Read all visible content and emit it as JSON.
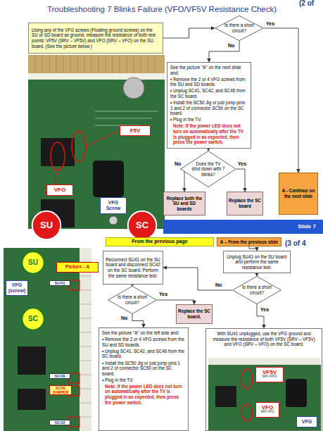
{
  "diagram": {
    "title": "Troubleshooting 7 Blinks Failure (VFO/VF5V Resistance Check)",
    "nodes": [
      {
        "text": [
          "Using any of the VFG screws (Floating ground screws) on the SU or SD board as ground, measure the resistance of both test points: VF5V (SRV – VF5V) and VFO (SRV – VFO) on the SU board. (See the picture below.)"
        ]
      },
      {
        "text": [
          "F5V"
        ]
      },
      {
        "text": [
          "VFO"
        ]
      },
      {
        "text": [
          "VFG Screw"
        ]
      },
      {
        "text": [
          "SU"
        ]
      },
      {
        "text": [
          "SC"
        ]
      },
      {
        "text": [
          "Is there a short circuit?"
        ]
      },
      {
        "text": [
          "See the picture \"A\" on the next slide and:",
          "• Remove the 2 or 4 VFG screws from the SU and SD boards.",
          "• Unplug SC41, SC42, and SC46 from the SC board.",
          "• Install the SC50 Jig or just jump pins 1 and 2 of connector SC50 on the SC board.",
          "• Plug in the TV.",
          "Note: If the power LED does not turn on automatically after the TV is plugged in as expected, then press the power switch."
        ]
      },
      {
        "text": [
          "Does the TV shut down with 7 blinks?"
        ]
      },
      {
        "text": [
          "Replace both the SU and SD boards"
        ]
      },
      {
        "text": [
          "Replace the SC board"
        ]
      },
      {
        "text": [
          "A - Continue on the next slide"
        ]
      },
      {
        "text": [
          "Slide 7"
        ]
      },
      {
        "text": [
          "From the previous page"
        ]
      },
      {
        "text": [
          "A – From the previous slide"
        ]
      },
      {
        "text": [
          "SU"
        ]
      },
      {
        "text": [
          "Picture - A"
        ]
      },
      {
        "text": [
          "VFG (screw)"
        ]
      },
      {
        "text": [
          "SC"
        ]
      },
      {
        "text": [
          "Reconnect SU41 on the SU board and disconnect SC42 on the SC board. Perform the same resistance test."
        ]
      },
      {
        "text": [
          "Unplug SU41 on the SU board and perform the same resistance test."
        ]
      },
      {
        "text": [
          "Is there a short circuit?"
        ]
      },
      {
        "text": [
          "Is there a short circuit?"
        ]
      },
      {
        "text": [
          "Replace the SC board."
        ]
      },
      {
        "text": [
          "See the picture \"A\" on the left side and:",
          "• Remove the 2 or 4 VFG screws from the SU and SD boards.",
          "• Unplug SC41, SC42, and SC46 from the SC board.",
          "• Install the SC50 Jig or just jump pins 1 and 2 of connector SC50 on the SC board.",
          "• Plug in the TV.",
          "Note: If the power LED does not turn on automatically after the TV is plugged in as expected, then press the power switch."
        ]
      },
      {
        "text": [
          "With SU41 unplugged, use the VFG ground and measure the resistance of both VF5V (SRV – VF5V) and VFO (SRV – VFO) on the SC board."
        ]
      },
      {
        "text": [
          "VF5V",
          "SRV VF5V"
        ],
        "in": 25
      },
      {
        "text": [
          "VFO",
          "SRV VFO"
        ],
        "in": 25
      },
      {
        "text": [
          "VFG"
        ],
        "in": 25
      }
    ],
    "edges": [
      {
        "from": 0,
        "to": 6,
        "arrow": "to"
      },
      {
        "from": 6,
        "to": 7,
        "label": "No",
        "arrow": "to"
      },
      {
        "from": 6,
        "to": 11,
        "label": "Yes",
        "arrow": "to"
      },
      {
        "from": 7,
        "to": 8,
        "arrow": "to"
      },
      {
        "from": 8,
        "to": 9,
        "label": "No",
        "arrow": "to"
      },
      {
        "from": 8,
        "to": 10,
        "label": "Yes",
        "arrow": "to"
      },
      {
        "from": 14,
        "to": 20,
        "arrow": "to"
      },
      {
        "from": 20,
        "to": 21,
        "arrow": "to"
      },
      {
        "from": 21,
        "to": 19,
        "label": "No",
        "arrow": "to"
      },
      {
        "from": 21,
        "to": 25,
        "label": "Yes",
        "arrow": "to"
      },
      {
        "from": 19,
        "to": 22,
        "arrow": "to"
      },
      {
        "from": 22,
        "to": 24,
        "label": "No",
        "arrow": "to"
      },
      {
        "from": 22,
        "to": 23,
        "label": "Yes",
        "arrow": "to"
      }
    ],
    "labels": [
      "(2 of",
      "(3 of 4",
      "SU41",
      "SC46",
      "SC50 JUMPER",
      "SC42"
    ]
  }
}
